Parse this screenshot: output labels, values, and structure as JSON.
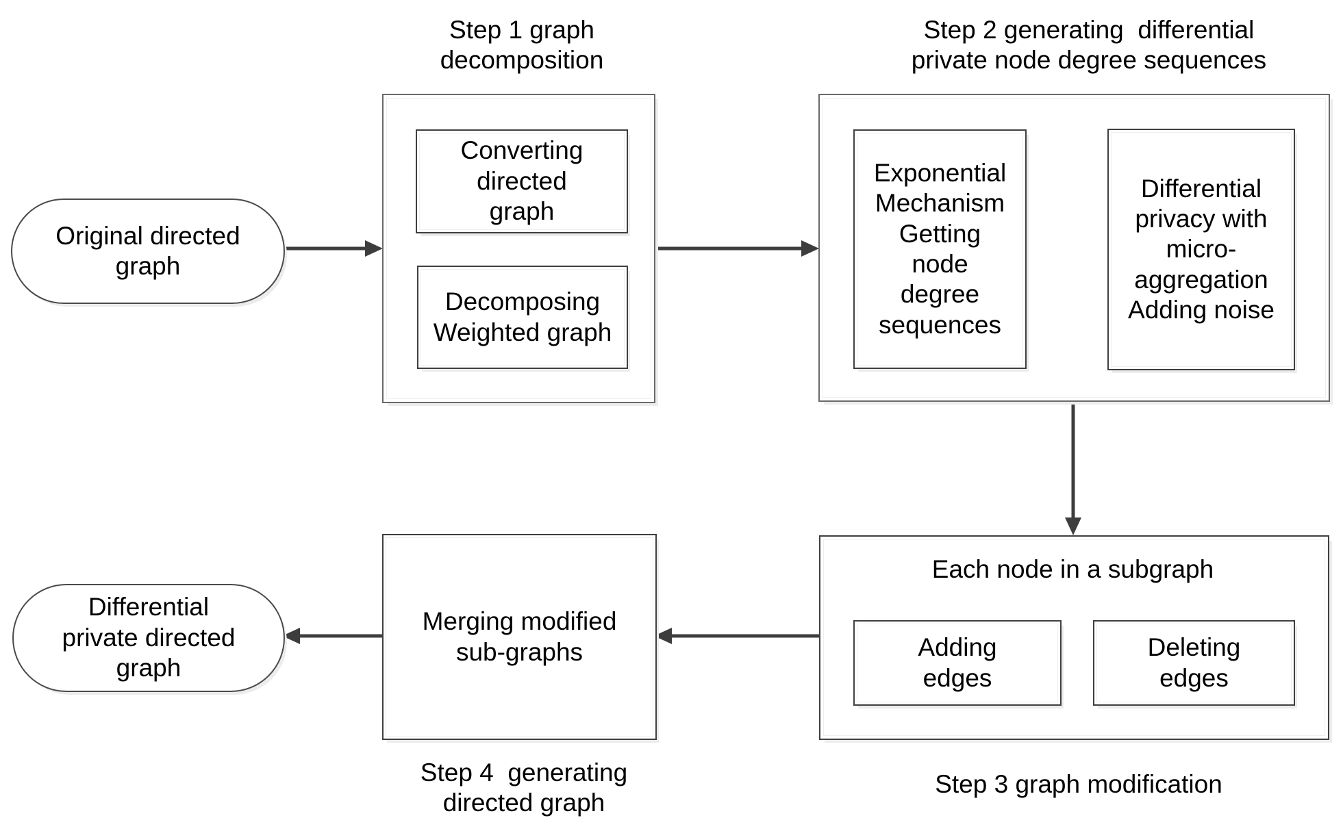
{
  "colors": {
    "background": "#ffffff",
    "arrow": "#3d3d3d",
    "inner_box_border": "#3f3f3f",
    "outer_box_border": "#6a6a6a",
    "text": "#000000"
  },
  "titles": {
    "step1": "Step 1 graph\ndecomposition",
    "step2": "Step 2 generating  differential\nprivate node degree sequences"
  },
  "captions": {
    "step3": "Step 3 graph modification",
    "step4": "Step 4  generating\ndirected graph"
  },
  "nodes": {
    "start": "Original directed\ngraph",
    "converting": "Converting\ndirected\ngraph",
    "decomposing": "Decomposing\nWeighted graph",
    "exponential": "Exponential\nMechanism\nGetting\nnode\ndegree\nsequences",
    "differential_privacy": "Differential\nprivacy with\nmicro-\naggregation\nAdding noise",
    "each_node": "Each node in a subgraph",
    "adding_edges": "Adding\nedges",
    "deleting_edges": "Deleting\nedges",
    "merging": "Merging modified\nsub-graphs",
    "end": "Differential\nprivate directed\ngraph"
  },
  "flow_edges": [
    {
      "from": "original-directed-graph",
      "to": "step1-graph-decomposition"
    },
    {
      "from": "converting-directed-graph",
      "to": "decomposing-weighted-graph"
    },
    {
      "from": "step1-graph-decomposition",
      "to": "step2-node-degree-sequences"
    },
    {
      "from": "exponential-mechanism",
      "to": "differential-privacy-micro-aggregation"
    },
    {
      "from": "step2-node-degree-sequences",
      "to": "step3-graph-modification"
    },
    {
      "from": "step3-graph-modification",
      "to": "step4-merging-subgraphs"
    },
    {
      "from": "step4-merging-subgraphs",
      "to": "differential-private-directed-graph"
    }
  ]
}
